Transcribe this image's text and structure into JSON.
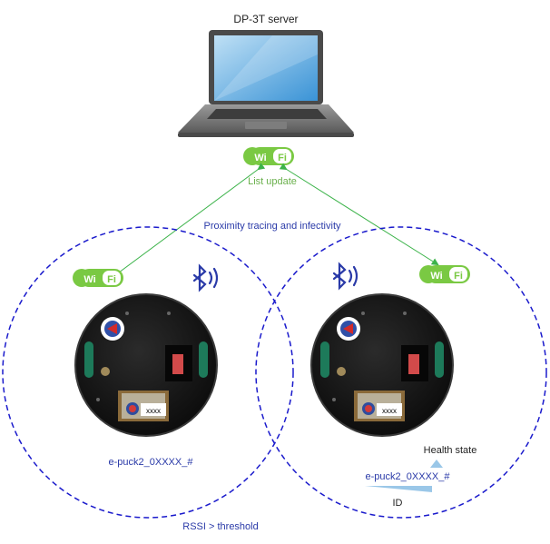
{
  "server": {
    "title": "DP-3T server"
  },
  "wifi": {
    "label_wi": "Wi",
    "label_fi": "Fi"
  },
  "labels": {
    "list_update": "List update",
    "proximity": "Proximity tracing and infectivity",
    "rssi": "RSSI > threshold",
    "health_state": "Health state",
    "id": "ID"
  },
  "robots": [
    {
      "name": "e-puck2_0XXXX_#",
      "module": "xxxx"
    },
    {
      "name": "e-puck2_0XXXX_#",
      "module": "xxxx"
    }
  ],
  "colors": {
    "wifi_green": "#7ac943",
    "label_green": "#6ab04c",
    "circle_blue": "#1a1acc",
    "label_blue": "#2a3aa8",
    "arrow_green": "#3cb34a",
    "triangle_blue": "#9ac7e8",
    "bluetooth_blue": "#2a3aa8"
  }
}
